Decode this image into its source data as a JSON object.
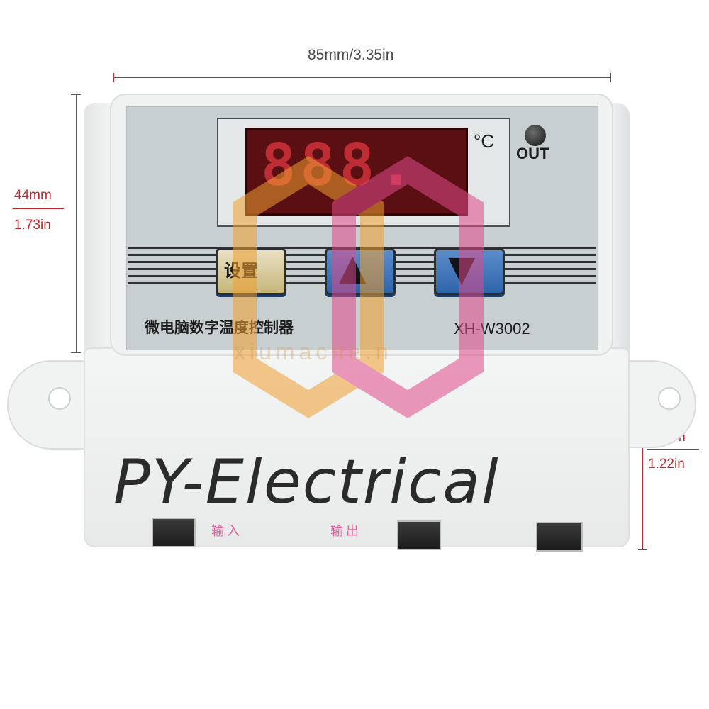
{
  "dimensions": {
    "width": "85mm/3.35in",
    "height_mm": "44mm",
    "height_in": "1.73in",
    "depth_mm": "31mm",
    "depth_in": "1.22in"
  },
  "display": {
    "digits": "888.",
    "unit": "°C",
    "indicator_label": "OUT"
  },
  "buttons": {
    "set_label": "设置",
    "up_symbol": "▲",
    "down_symbol": "▼"
  },
  "panel": {
    "product_name": "微电脑数字温度控制器",
    "model": "XH-W3002"
  },
  "terminals": {
    "input_label": "输入",
    "output_label": "输出"
  },
  "brand": "PY-Electrical",
  "watermark": "xiumache.n",
  "colors": {
    "dimension_accent": "#c0282b",
    "button_blue": "#3a72b8",
    "terminal_label": "#e0609a",
    "watermark_orange": "#f0a030",
    "watermark_pink": "#e04a8a"
  }
}
